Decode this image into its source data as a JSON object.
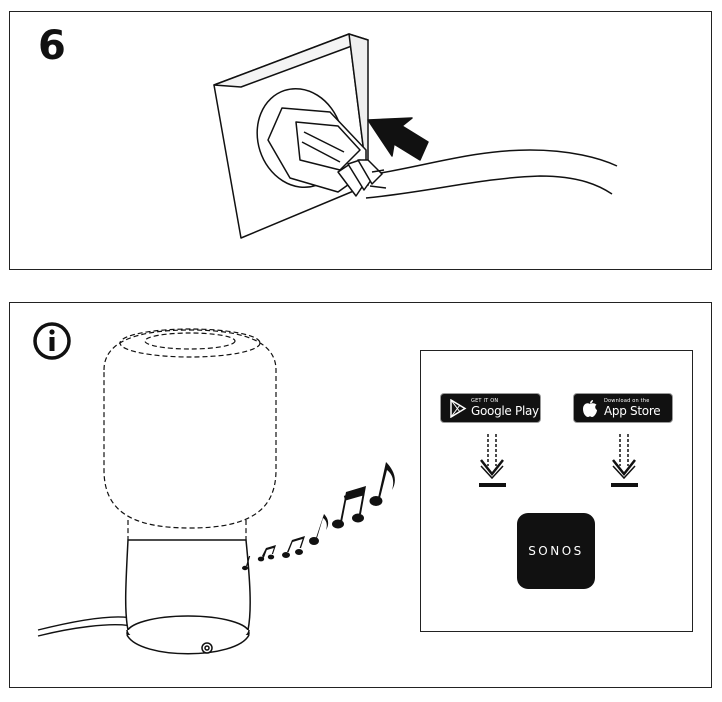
{
  "step": {
    "number": "6"
  },
  "info": {
    "icon": "info-circle-icon"
  },
  "apps": {
    "google_play": {
      "small": "GET IT ON",
      "big": "Google Play",
      "icon": "google-play-icon"
    },
    "app_store": {
      "small": "Download on the",
      "big": "App Store",
      "icon": "apple-icon"
    },
    "sonos": {
      "label": "SONOS"
    }
  },
  "colors": {
    "ink": "#111111",
    "background": "#ffffff"
  }
}
